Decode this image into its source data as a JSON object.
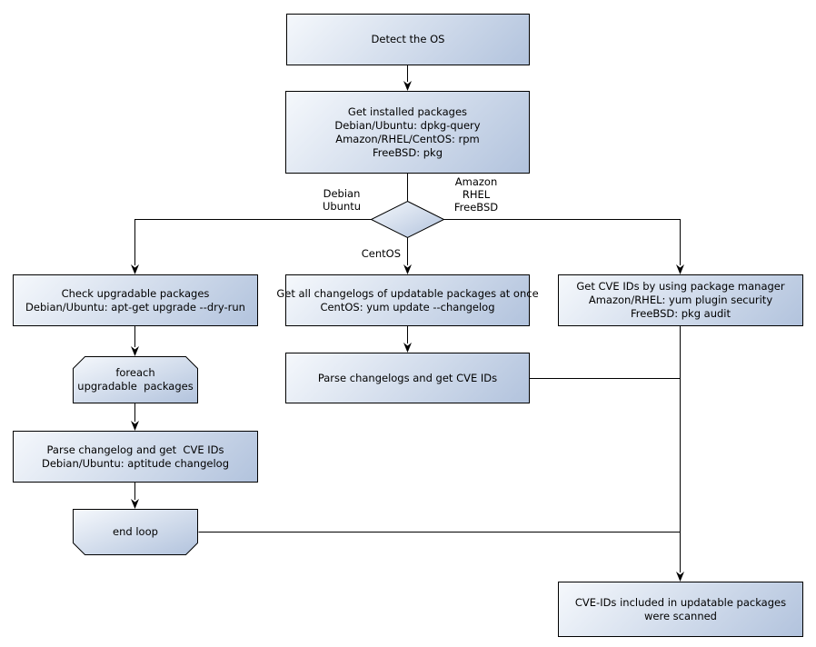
{
  "diagram": {
    "nodes": {
      "detect_os": "Detect the OS",
      "get_installed": "Get installed packages\nDebian/Ubuntu: dpkg-query\nAmazon/RHEL/CentOS: rpm\nFreeBSD: pkg",
      "check_upgradable": "Check upgradable packages\nDebian/Ubuntu: apt-get upgrade --dry-run",
      "foreach_loop": "foreach\nupgradable  packages",
      "parse_changelog_debian": "Parse changelog and get  CVE IDs\nDebian/Ubuntu: aptitude changelog",
      "end_loop": "end loop",
      "get_all_changelogs": "Get all changelogs of updatable packages at once\nCentOS: yum update --changelog",
      "parse_changelogs_centos": "Parse changelogs and get CVE IDs",
      "get_cve_pkg_manager": "Get CVE IDs by using package manager\nAmazon/RHEL: yum plugin security\nFreeBSD: pkg audit",
      "result": "CVE-IDs included in updatable packages\nwere scanned"
    },
    "edge_labels": {
      "debian_ubuntu": "Debian\nUbuntu",
      "amazon_rhel_freebsd": "Amazon\nRHEL\nFreeBSD",
      "centos": "CentOS"
    },
    "colors": {
      "shape_fill_start": "#f5f8fc",
      "shape_fill_end": "#b2c3dd",
      "shape_border": "#000000",
      "connector": "#000000",
      "text": "#000000",
      "background": "#ffffff"
    }
  }
}
